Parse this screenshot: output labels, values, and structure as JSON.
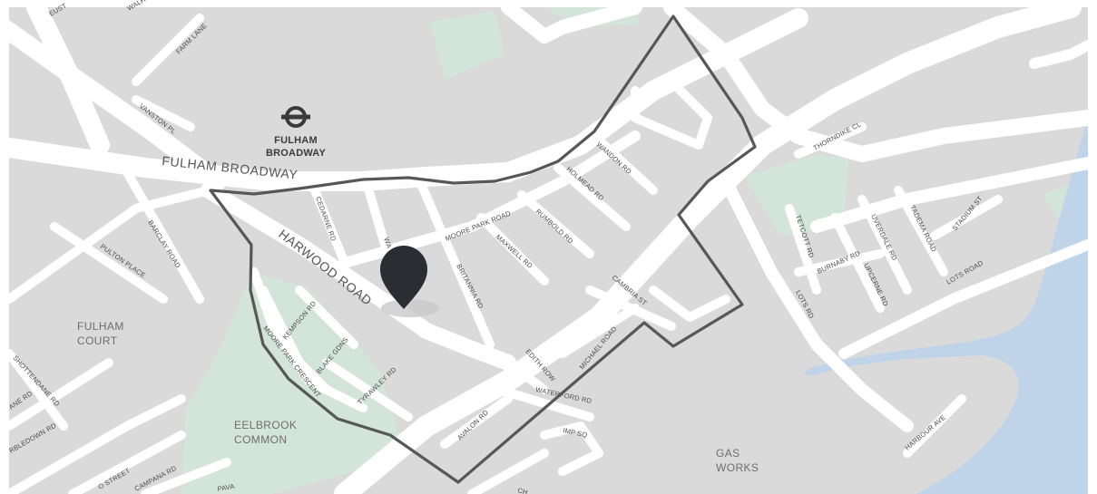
{
  "colors": {
    "land": "#dadada",
    "road": "#ffffff",
    "park": "#d3e5d9",
    "water": "#c0d4e9",
    "boundary": "#575757",
    "pin": "#2b2d33",
    "text": "#4a4a4a",
    "area_text": "#6d6d6d"
  },
  "station": {
    "icon": "underground-roundel-icon",
    "name_line1": "FULHAM",
    "name_line2": "BROADWAY"
  },
  "pin": {
    "icon": "map-pin-icon"
  },
  "main_roads": {
    "fulham_broadway": "FULHAM BROADWAY",
    "harwood_road": "HARWOOD ROAD"
  },
  "areas": {
    "fulham_court_line1": "FULHAM",
    "fulham_court_line2": "COURT",
    "eelbrook_line1": "EELBROOK",
    "eelbrook_line2": "COMMON",
    "gas_line1": "GAS",
    "gas_line2": "WORKS"
  },
  "streets": {
    "eustace": "EUST",
    "walham": "WALH",
    "farm_lane": "FARM LANE",
    "vanston_pl": "VANSTON PL",
    "barclay_road": "BARCLAY ROAD",
    "pulton_place": "PULTON PLACE",
    "cedarne_rd": "CEDARNE RD",
    "wa": "WA",
    "moore_park_road": "MOORE PARK ROAD",
    "rumbold_rd": "RUMBOLD RD",
    "holmead_rd": "HOLMEAD RD",
    "wandon_rd": "WANDON RD",
    "maxwell_rd": "MAXWELL RD",
    "britannia_rd": "BRITANNIA RD",
    "kempson_rd": "KEMPSON RD",
    "moore_park_crescent": "MOORE PARK CRESCENT",
    "blake_gdns": "BLAKE GDNS",
    "tyrawley_rd": "TYRAWLEY RD",
    "edith_row": "EDITH ROW",
    "michael_road": "MICHAEL ROAD",
    "cambria_st": "CAMBRIA ST",
    "waterford_rd": "WATERFORD RD",
    "avalon_rd": "AVALON RD",
    "imp_sq": "IMP SQ",
    "thorndike_cl": "THORNDIKE CL",
    "tetcott_rd": "TETCOTT RD",
    "burnaby_rd": "BURNABY RD",
    "uverdale_rd": "UVERDALE RD",
    "upcerne_rd": "UPCERNE RD",
    "tadema_road": "TADEMA ROAD",
    "stadium_st": "STADIUM ST",
    "lots_road_east": "LOTS ROAD",
    "lots_rd_west": "LOTS RD",
    "harbour_ave": "HARBOUR AVE",
    "shottendane_rd": "SHOTTENDANE RD",
    "ane_rd": "ANE RD",
    "rbledown_rd": "RBLEDOWN RD",
    "o_street": "O STREET",
    "campana_rd": "CAMPANA RD",
    "pa": "PAVA",
    "ch": "CH"
  }
}
